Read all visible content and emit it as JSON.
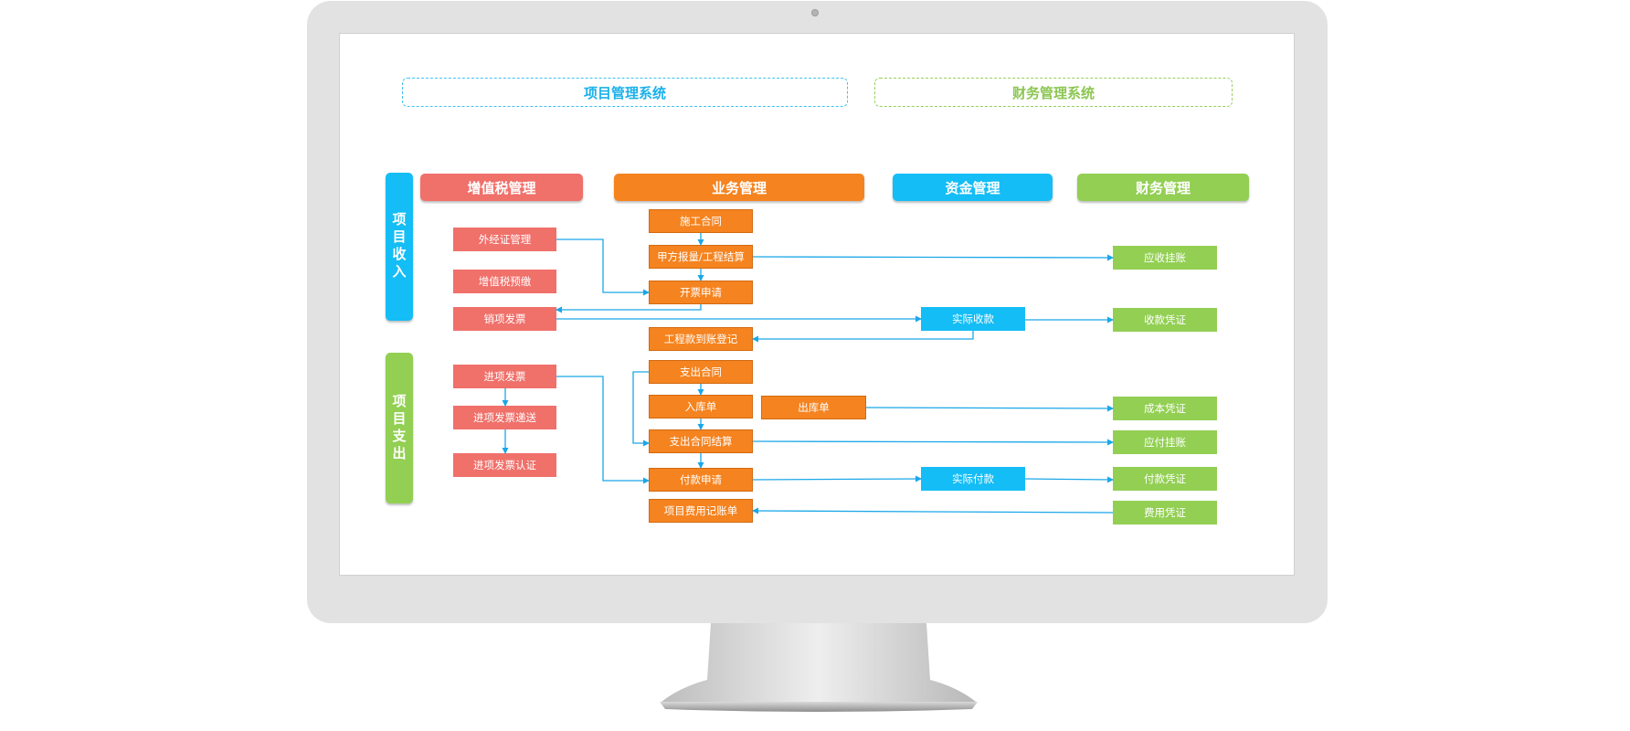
{
  "systems": {
    "project": "项目管理系统",
    "finance": "财务管理系统"
  },
  "sections": {
    "income": "项目收入",
    "expense": "项目支出"
  },
  "columns": {
    "vat": "增值税管理",
    "business": "业务管理",
    "funds": "资金管理",
    "accounting": "财务管理"
  },
  "nodes": {
    "waijingzheng": "外经证管理",
    "zengzhishui_yujiao": "增值税预缴",
    "xiaoxiang_fapiao": "销项发票",
    "jinxiang_fapiao": "进项发票",
    "jinxiang_disong": "进项发票递送",
    "jinxiang_renzheng": "进项发票认证",
    "shigong_hetong": "施工合同",
    "jiafang_baoliang": "甲方报量/工程结算",
    "kaipiao_shenqing": "开票申请",
    "gongchengkuan_daozhang": "工程款到账登记",
    "zhichu_hetong": "支出合同",
    "rukudan": "入库单",
    "chukudan": "出库单",
    "zhichu_jiesuan": "支出合同结算",
    "fukuan_shenqing": "付款申请",
    "feiyong_jizhang": "项目费用记账单",
    "shiji_shoukuan": "实际收款",
    "shiji_fukuan": "实际付款",
    "yingshou_guazhang": "应收挂账",
    "shoukuan_pingzheng": "收款凭证",
    "chengben_pingzheng": "成本凭证",
    "yingfu_guazhang": "应付挂账",
    "fukuan_pingzheng": "付款凭证",
    "feiyong_pingzheng": "费用凭证"
  },
  "colors": {
    "red": "#f0706a",
    "orange": "#f5831f",
    "blue": "#14bdf5",
    "green": "#92cf53",
    "arrow": "#1aa7e8"
  }
}
